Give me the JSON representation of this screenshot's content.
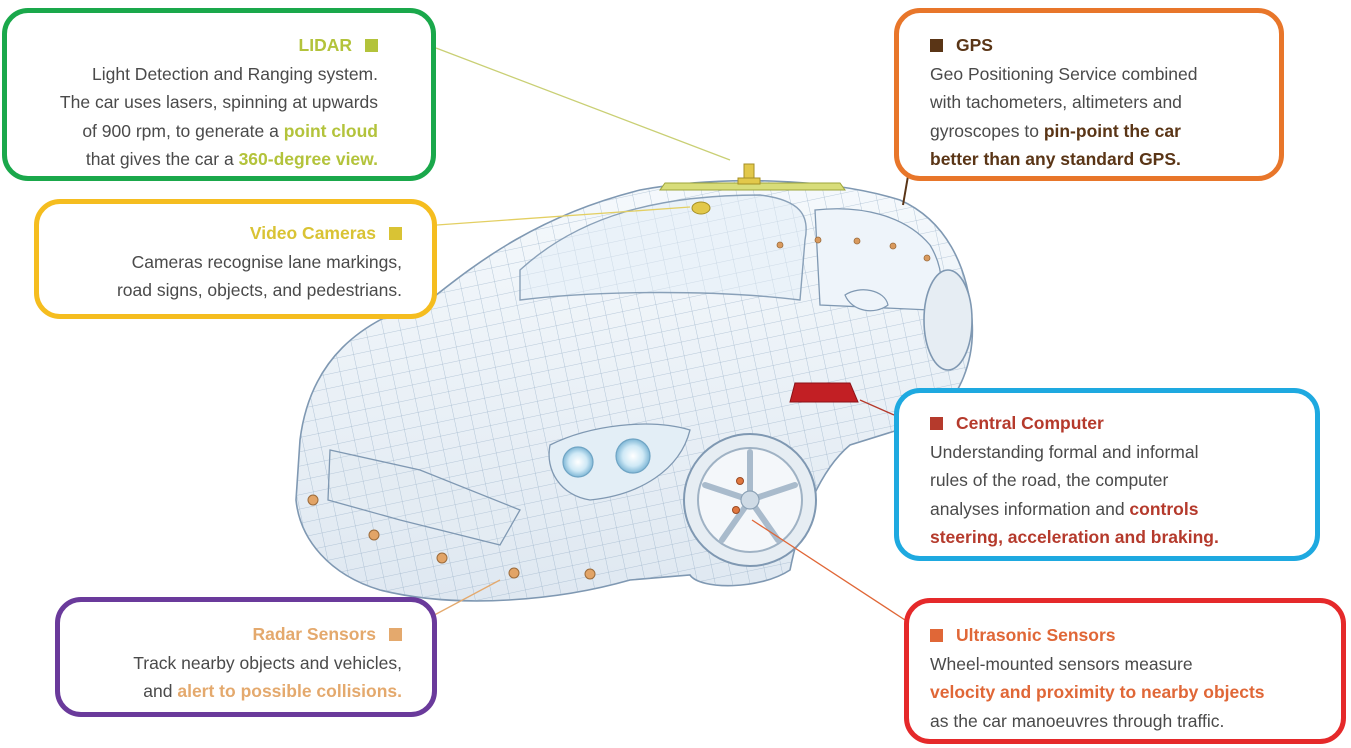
{
  "callouts": {
    "lidar": {
      "title": "LIDAR",
      "line1": "Light Detection and Ranging system.",
      "line2": "The car uses lasers, spinning at upwards",
      "line3_a": "of 900 rpm, to generate a ",
      "line3_hl": "point cloud",
      "line4_a": "that gives the car a ",
      "line4_hl": "360-degree view.",
      "border_color": "#1aa84b",
      "accent_color": "#b3c33b"
    },
    "camera": {
      "title": "Video Cameras",
      "line1": "Cameras recognise lane markings,",
      "line2": "road signs, objects, and pedestrians.",
      "border_color": "#f5bd1f",
      "accent_color": "#d9c334"
    },
    "radar": {
      "title": "Radar Sensors",
      "line1": "Track nearby objects and vehicles,",
      "line2_a": "and ",
      "line2_hl": "alert to possible collisions.",
      "border_color": "#6a3a9b",
      "accent_color": "#e4a96d"
    },
    "gps": {
      "title": "GPS",
      "line1": "Geo Positioning Service combined",
      "line2": "with tachometers, altimeters and",
      "line3_a": "gyroscopes to ",
      "line3_hl": "pin-point the car",
      "line4_hl": "better than any standard GPS.",
      "border_color": "#e8762a",
      "accent_color": "#5a3516"
    },
    "central": {
      "title": "Central Computer",
      "line1": "Understanding formal and informal",
      "line2": "rules of the road, the computer",
      "line3_a": "analyses information and ",
      "line3_hl": "controls",
      "line4_hl": "steering, acceleration and braking.",
      "border_color": "#1ea9e0",
      "accent_color": "#b53a2c"
    },
    "ultra": {
      "title": "Ultrasonic Sensors",
      "line1": "Wheel-mounted sensors measure",
      "line2_hl": "velocity and proximity to nearby objects",
      "line3": "as the car manoeuvres through traffic.",
      "border_color": "#e5292a",
      "accent_color": "#e06737"
    }
  }
}
